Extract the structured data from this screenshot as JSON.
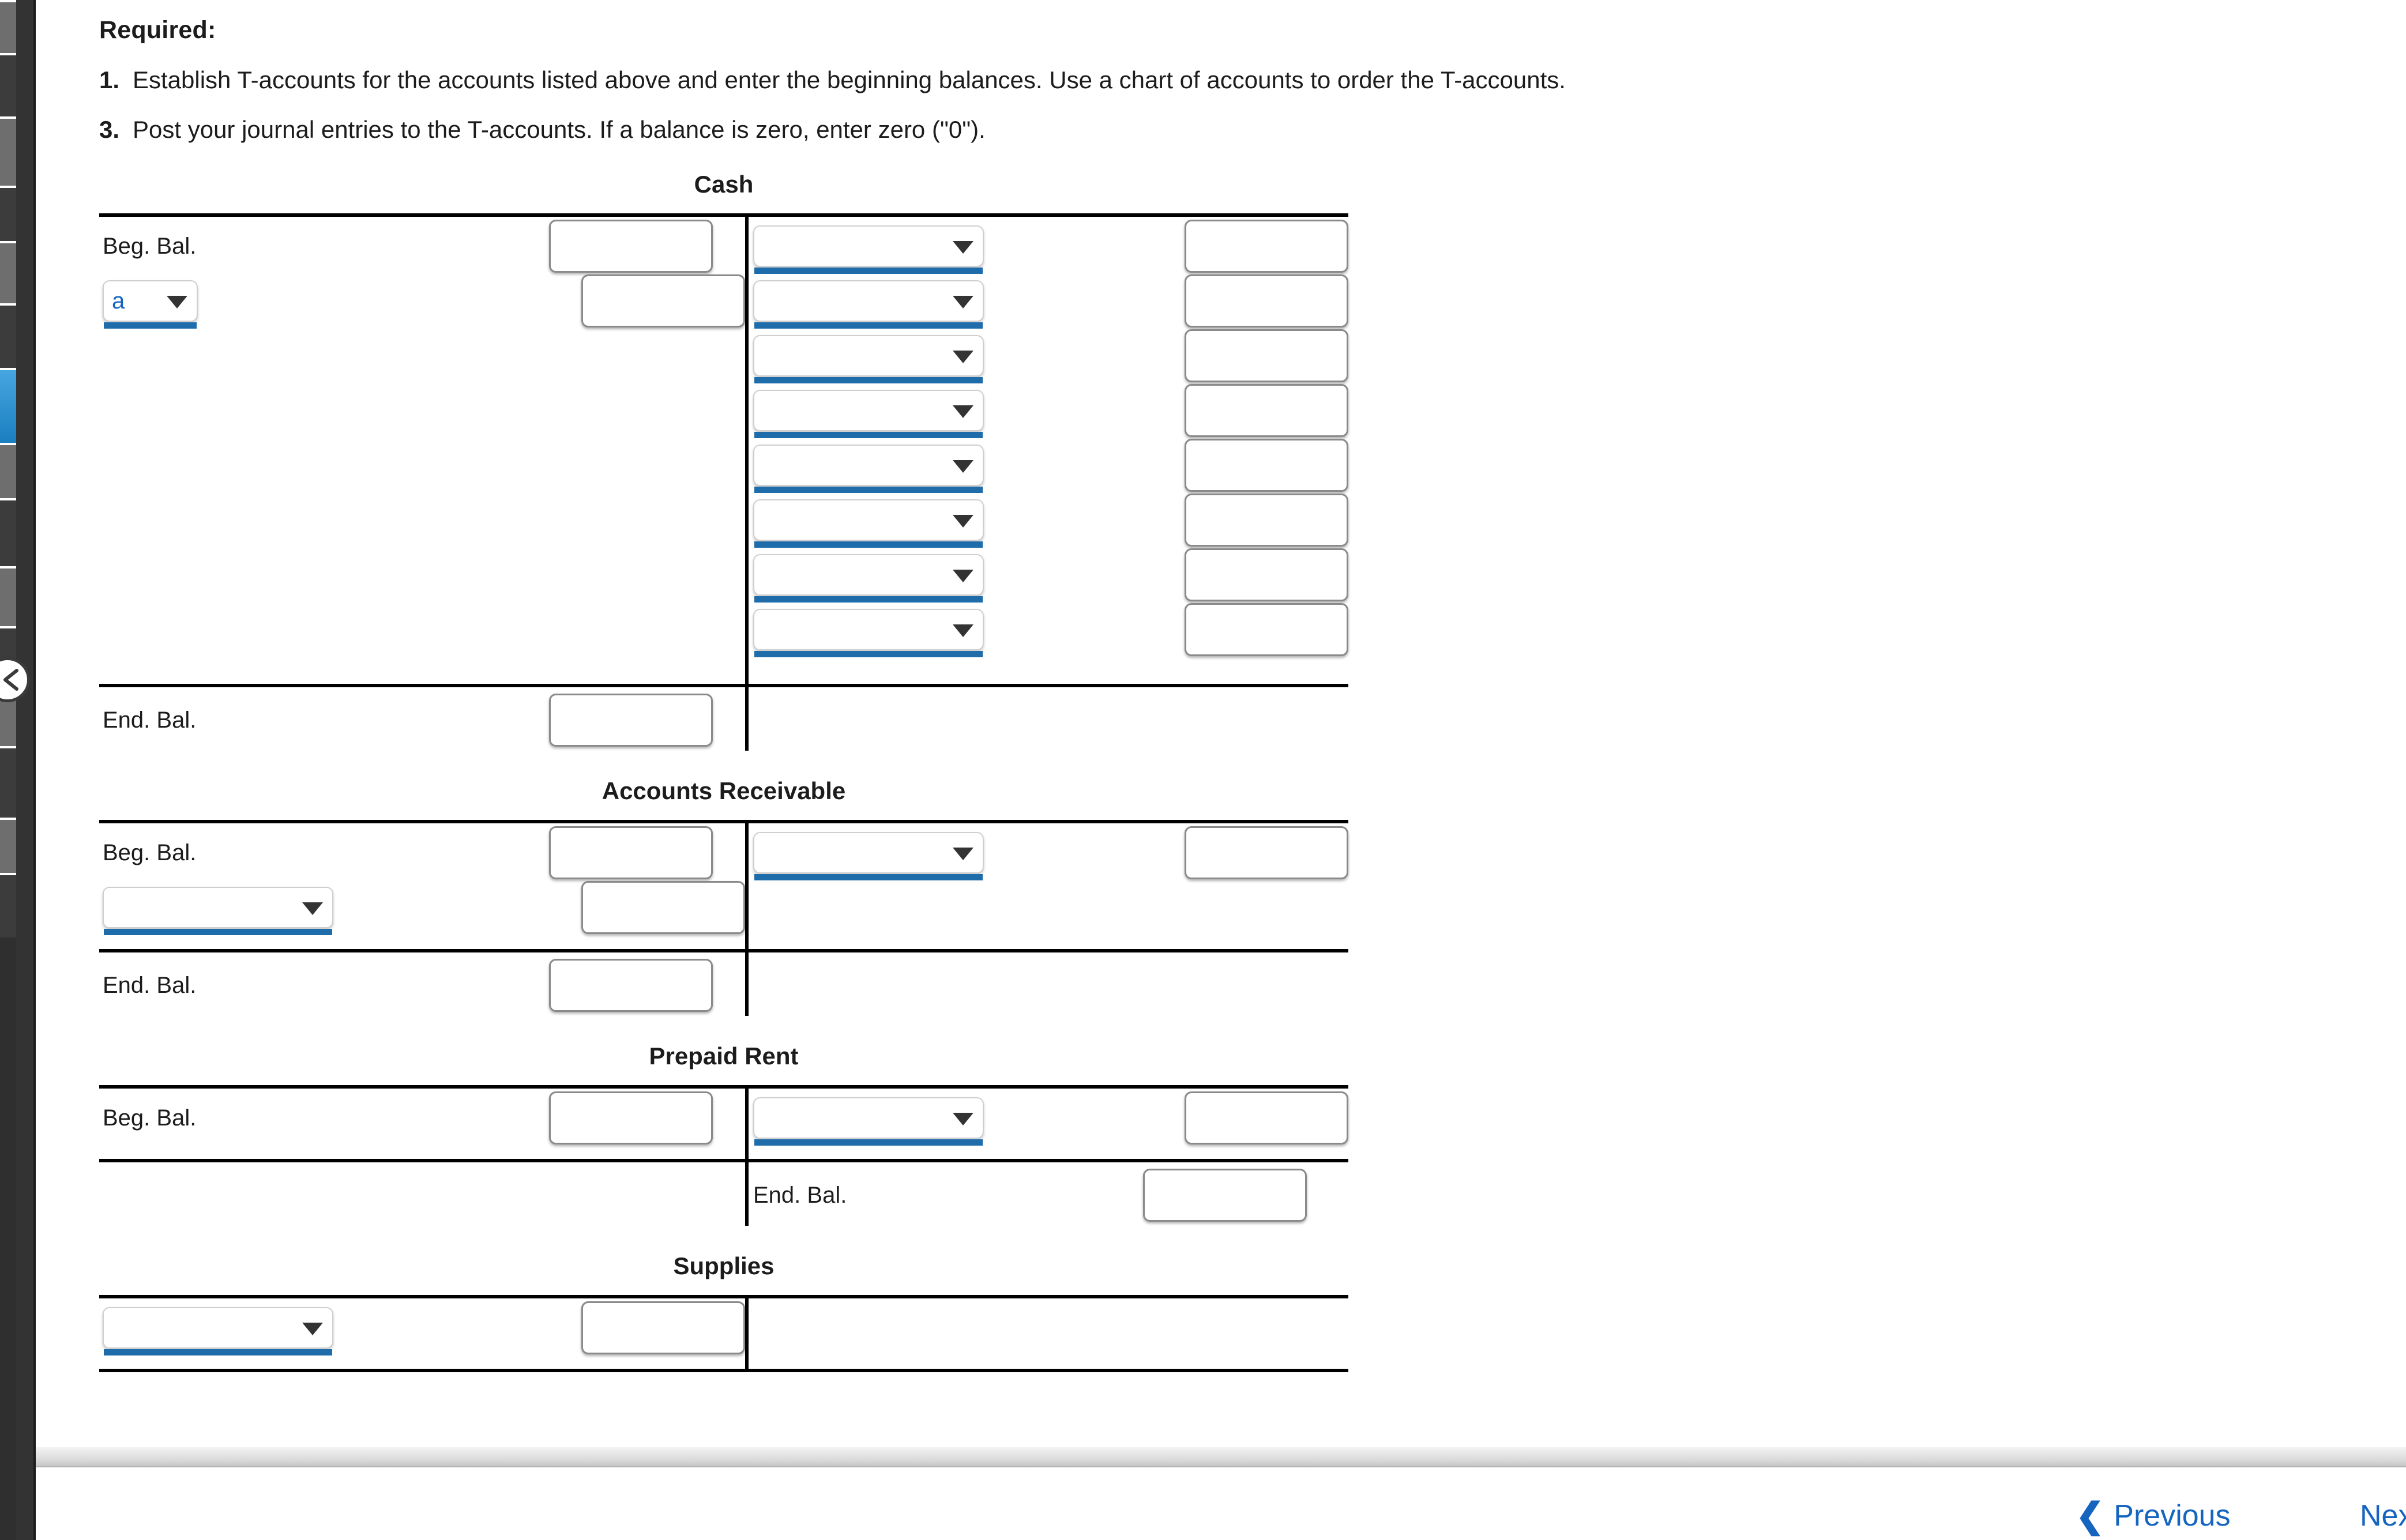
{
  "sidebar": {
    "collapse_icon": "chevron-left-icon",
    "blocks": [
      {
        "shade": "#6e6e6e",
        "height": 92
      },
      {
        "shade": "#3c3c3c",
        "height": 110
      },
      {
        "shade": "#6e6e6e",
        "height": 120
      },
      {
        "shade": "#3c3c3c",
        "height": 96
      },
      {
        "shade": "#6e6e6e",
        "height": 108
      },
      {
        "shade": "#3c3c3c",
        "height": 112
      },
      {
        "shade": "#2d8fd0",
        "height": 130
      },
      {
        "shade": "#6e6e6e",
        "height": 96
      },
      {
        "shade": "#3c3c3c",
        "height": 118
      },
      {
        "shade": "#6e6e6e",
        "height": 104
      },
      {
        "shade": "#3c3c3c",
        "height": 110
      },
      {
        "shade": "#6e6e6e",
        "height": 98
      },
      {
        "shade": "#3c3c3c",
        "height": 124
      },
      {
        "shade": "#6e6e6e",
        "height": 96
      },
      {
        "shade": "#3c3c3c",
        "height": 112
      }
    ],
    "accent_color": "#2d8fd0"
  },
  "content": {
    "required_heading": "Required:",
    "instructions": [
      {
        "num": "1.",
        "text": "Establish T-accounts for the accounts listed above and enter the beginning balances. Use a chart of accounts to order the T-accounts."
      },
      {
        "num": "3.",
        "text": "Post your journal entries to the T-accounts. If a balance is zero, enter zero (\"0\")."
      }
    ]
  },
  "labels": {
    "beg_bal": "Beg. Bal.",
    "end_bal": "End. Bal."
  },
  "t_accounts": [
    {
      "title": "Cash",
      "debit_rows": [
        {
          "label": "Beg. Bal.",
          "has_select": false,
          "select_value": "",
          "has_box": true
        },
        {
          "label": "",
          "has_select": true,
          "select_value": "a",
          "select_width": "tiny",
          "has_box": true
        }
      ],
      "credit_rows": [
        {
          "has_select": true,
          "select_value": "",
          "has_box": true
        },
        {
          "has_select": true,
          "select_value": "",
          "has_box": true
        },
        {
          "has_select": true,
          "select_value": "",
          "has_box": true
        },
        {
          "has_select": true,
          "select_value": "",
          "has_box": true
        },
        {
          "has_select": true,
          "select_value": "",
          "has_box": true
        },
        {
          "has_select": true,
          "select_value": "",
          "has_box": true
        },
        {
          "has_select": true,
          "select_value": "",
          "has_box": true
        },
        {
          "has_select": true,
          "select_value": "",
          "has_box": true
        }
      ],
      "footer": {
        "debit_label": "End. Bal.",
        "debit_box": true,
        "credit_label": "",
        "credit_box": false
      },
      "body_height": 800
    },
    {
      "title": "Accounts Receivable",
      "debit_rows": [
        {
          "label": "Beg. Bal.",
          "has_select": false,
          "select_value": "",
          "has_box": true
        },
        {
          "label": "",
          "has_select": true,
          "select_value": "",
          "select_width": "narrow",
          "has_box": true
        }
      ],
      "credit_rows": [
        {
          "has_select": true,
          "select_value": "",
          "has_box": true
        }
      ],
      "footer": {
        "debit_label": "End. Bal.",
        "debit_box": true,
        "credit_label": "",
        "credit_box": false
      },
      "body_height": 208
    },
    {
      "title": "Prepaid Rent",
      "debit_rows": [
        {
          "label": "Beg. Bal.",
          "has_select": false,
          "select_value": "",
          "has_box": true
        }
      ],
      "credit_rows": [
        {
          "has_select": true,
          "select_value": "",
          "has_box": true
        }
      ],
      "footer": {
        "debit_label": "",
        "debit_box": false,
        "credit_label": "End. Bal.",
        "credit_box": true
      },
      "body_height": 112
    },
    {
      "title": "Supplies",
      "debit_rows": [
        {
          "label": "",
          "has_select": true,
          "select_value": "",
          "select_width": "narrow",
          "has_box": true
        }
      ],
      "credit_rows": [],
      "footer": null,
      "body_height": 112
    }
  ],
  "bottom_nav": {
    "previous_label": "Previous",
    "previous_icon": "chevron-left-icon",
    "next_label": "Next",
    "link_color": "#1565c0"
  }
}
